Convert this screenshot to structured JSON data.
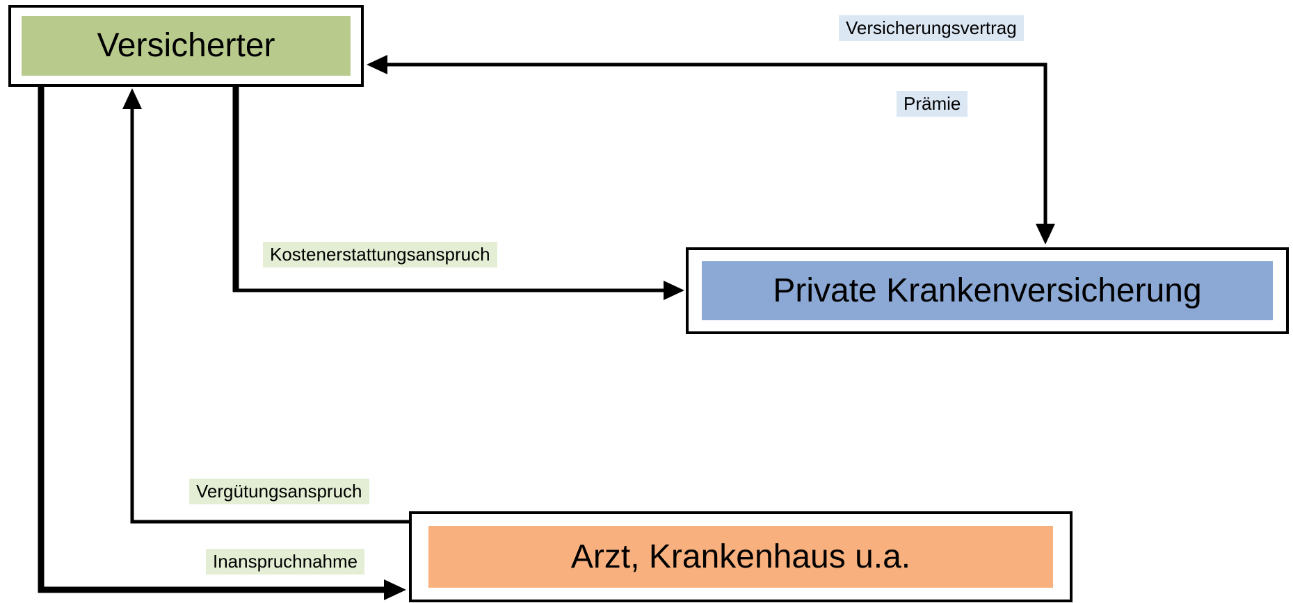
{
  "diagram": {
    "background": "#ffffff",
    "line_color": "#000000"
  },
  "nodes": {
    "versicherter": {
      "label": "Versicherter",
      "fill": "#b9ca8d"
    },
    "pkv": {
      "label": "Private Krankenversicherung",
      "fill": "#8ca8d4"
    },
    "arzt": {
      "label": "Arzt, Krankenhaus u.a.",
      "fill": "#f8b17e"
    }
  },
  "edges": {
    "versicherungsvertrag": {
      "label": "Versicherungsvertrag",
      "label_bg": "#dce7f4",
      "from": "pkv",
      "to": "versicherter"
    },
    "praemie": {
      "label": "Prämie",
      "label_bg": "#dce7f4",
      "from": "versicherter",
      "to": "pkv"
    },
    "kostenerstattungsanspruch": {
      "label": "Kostenerstattungsanspruch",
      "label_bg": "#e4eed4",
      "from": "versicherter",
      "to": "pkv"
    },
    "verguetungsanspruch": {
      "label": "Vergütungsanspruch",
      "label_bg": "#e4eed4",
      "from": "arzt",
      "to": "versicherter"
    },
    "inanspruchnahme": {
      "label": "Inanspruchnahme",
      "label_bg": "#e4eed4",
      "from": "versicherter",
      "to": "arzt"
    }
  }
}
